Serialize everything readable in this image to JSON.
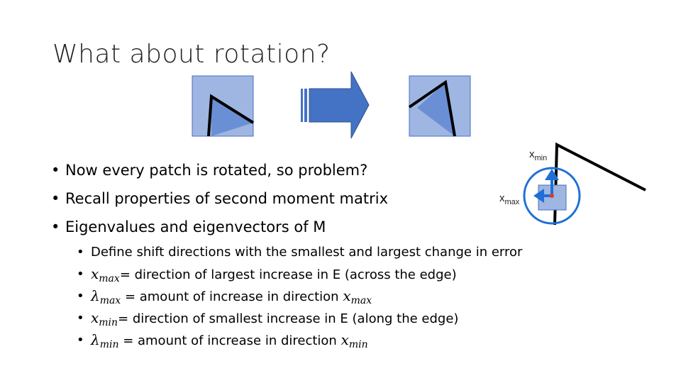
{
  "slide": {
    "title": "What about rotation?",
    "bullets": [
      "Now every patch is rotated, so problem?",
      "Recall properties of second moment matrix",
      "Eigenvalues and eigenvectors of M"
    ],
    "sub_bullets": [
      {
        "sym": "",
        "sub": "",
        "text": "Define shift directions with the smallest and largest change in error",
        "tail_sym": "",
        "tail_sub": ""
      },
      {
        "sym": "x",
        "sub": "max",
        "text": "= direction of largest increase in E (across the edge)",
        "tail_sym": "",
        "tail_sub": ""
      },
      {
        "sym": "λ",
        "sub": "max",
        "text": " = amount of increase in direction ",
        "tail_sym": "x",
        "tail_sub": "max"
      },
      {
        "sym": "x",
        "sub": "min",
        "text": "= direction of smallest increase in E (along the edge)",
        "tail_sym": "",
        "tail_sub": ""
      },
      {
        "sym": "λ",
        "sub": "min",
        "text": " = amount of increase in direction ",
        "tail_sym": "x",
        "tail_sub": "min"
      }
    ]
  },
  "diagram": {
    "xmin_label": "x",
    "xmin_sub": "min",
    "xmax_label": "x",
    "xmax_sub": "max"
  },
  "colors": {
    "patch_fill": "#9fb6e2",
    "patch_border": "#4a6fbf",
    "triangle_fill": "#6a8fd4",
    "arrow_fill": "#4472c4",
    "circle_stroke": "#1f6fd6",
    "center_dot": "#e03a2f"
  }
}
